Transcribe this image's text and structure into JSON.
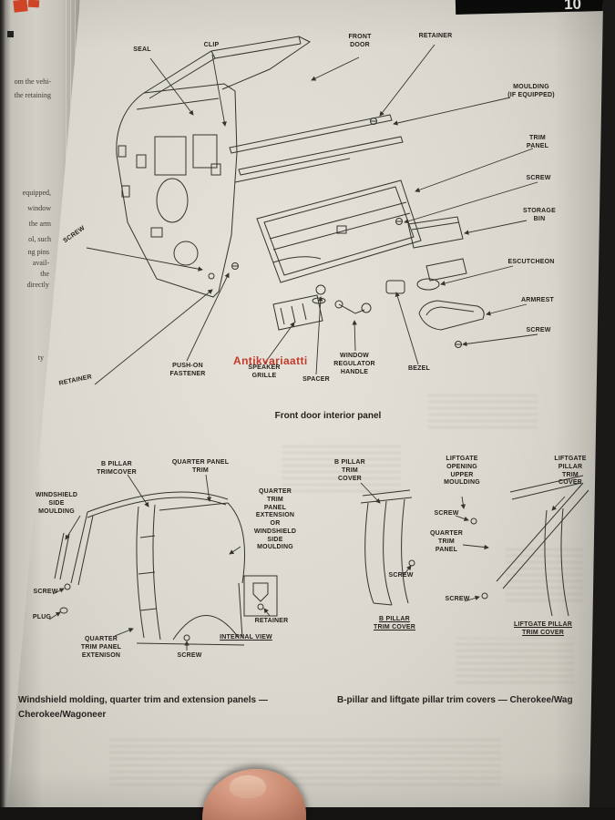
{
  "header": {
    "tab": "10"
  },
  "watermark": "Antikvariaatti",
  "left_page": {
    "fragments": [
      "om the vehi-",
      "the retaining",
      "equipped,",
      "window",
      "the arm",
      "ol, such",
      "ng pins",
      "avail-",
      "the",
      "directly",
      "ty"
    ]
  },
  "d1": {
    "caption": "Front door interior panel",
    "labels": {
      "seal": "SEAL",
      "clip": "CLIP",
      "front_door": "FRONT\nDOOR",
      "retainer_top": "RETAINER",
      "moulding": "MOULDING\n(IF EQUIPPED)",
      "trim_panel": "TRIM\nPANEL",
      "screw_right_1": "SCREW",
      "storage_bin": "STORAGE\nBIN",
      "escutcheon": "ESCUTCHEON",
      "armrest": "ARMREST",
      "screw_right_2": "SCREW",
      "screw_left": "SCREW",
      "retainer_left": "RETAINER",
      "push_on_fastener": "PUSH-ON\nFASTENER",
      "speaker_grille": "SPEAKER\nGRILLE",
      "spacer": "SPACER",
      "window_regulator_handle": "WINDOW\nREGULATOR\nHANDLE",
      "bezel": "BEZEL"
    }
  },
  "d2": {
    "caption_line1": "Windshield molding, quarter trim and extension panels —",
    "caption_line2": "Cherokee/Wagoneer",
    "labels": {
      "b_pillar_trimcover": "B PILLAR\nTRIMCOVER",
      "quarter_panel_trim": "QUARTER PANEL\nTRIM",
      "windshield_side_moulding": "WINDSHIELD\nSIDE\nMOULDING",
      "quarter_trim_panel_extension_or": "QUARTER\nTRIM\nPANEL\nEXTENSION\nOR\nWINDSHIELD\nSIDE\nMOULDING",
      "screw_1": "SCREW",
      "plug": "PLUG",
      "quarter_trim_panel_extension": "QUARTER\nTRIM PANEL\nEXTENISON",
      "screw_2": "SCREW",
      "internal_view": "INTERNAL VIEW",
      "retainer": "RETAINER"
    }
  },
  "d3": {
    "caption": "B-pillar and liftgate pillar trim covers — Cherokee/Wag",
    "labels": {
      "b_pillar_trim_cover": "B PILLAR\nTRIM\nCOVER",
      "liftgate_opening_upper_moulding": "LIFTGATE\nOPENING\nUPPER\nMOULDING",
      "liftgate_pillar_trim_cover": "LIFTGATE\nPILLAR\nTRIM\nCOVER",
      "screw_1": "SCREW",
      "quarter_trim_panel": "QUARTER\nTRIM\nPANEL",
      "screw_2": "SCREW",
      "screw_3": "SCREW",
      "b_pillar_trim_cover_ref": "B PILLAR\nTRIM COVER",
      "liftgate_pillar_trim_cover_ref": "LIFTGATE PILLAR\nTRIM COVER"
    }
  }
}
